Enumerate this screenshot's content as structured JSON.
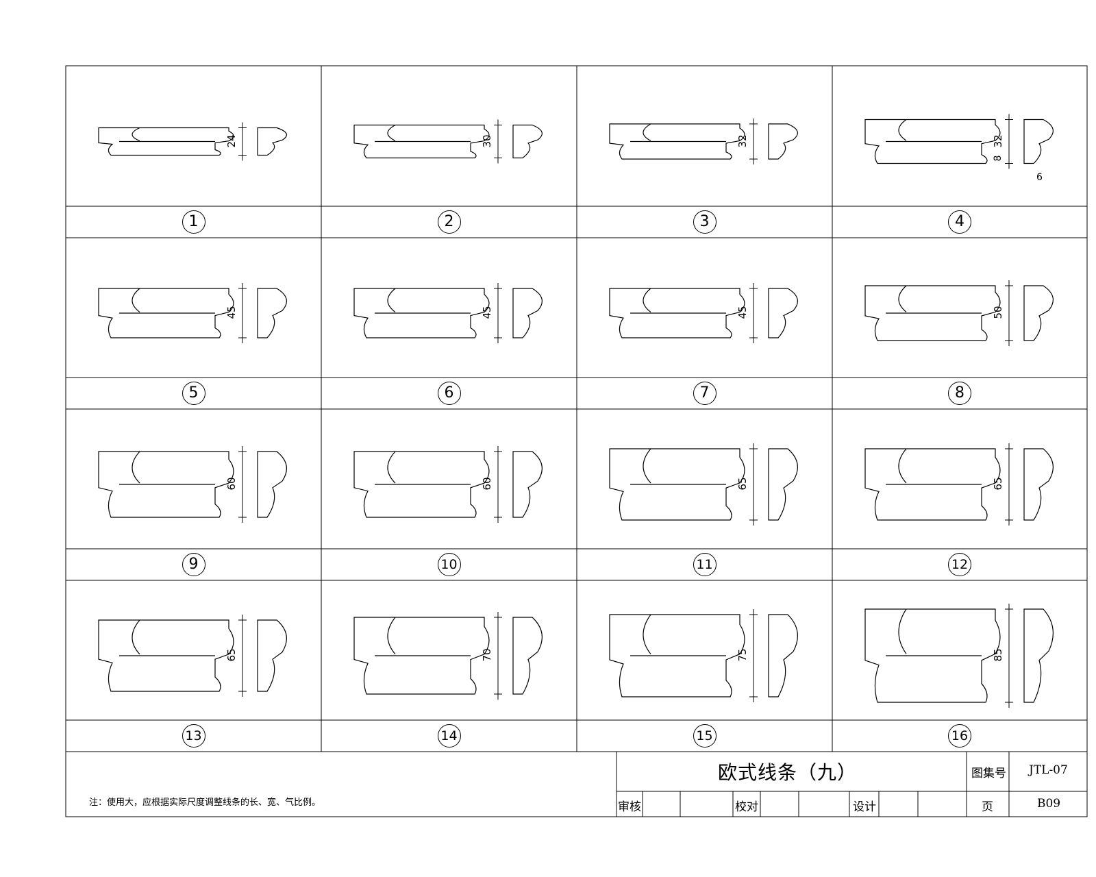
{
  "profiles": [
    {
      "no": "1",
      "dims": [
        "24"
      ]
    },
    {
      "no": "2",
      "dims": [
        "30"
      ]
    },
    {
      "no": "3",
      "dims": [
        "32"
      ]
    },
    {
      "no": "4",
      "dims": [
        "32",
        "8",
        "6"
      ]
    },
    {
      "no": "5",
      "dims": [
        "45"
      ]
    },
    {
      "no": "6",
      "dims": [
        "45"
      ]
    },
    {
      "no": "7",
      "dims": [
        "45"
      ]
    },
    {
      "no": "8",
      "dims": [
        "50"
      ]
    },
    {
      "no": "9",
      "dims": [
        "60"
      ]
    },
    {
      "no": "10",
      "dims": [
        "60"
      ]
    },
    {
      "no": "11",
      "dims": [
        "65"
      ]
    },
    {
      "no": "12",
      "dims": [
        "65"
      ]
    },
    {
      "no": "13",
      "dims": [
        "65"
      ]
    },
    {
      "no": "14",
      "dims": [
        "70"
      ]
    },
    {
      "no": "15",
      "dims": [
        "75"
      ]
    },
    {
      "no": "16",
      "dims": [
        "85"
      ]
    }
  ],
  "title_block": {
    "title": "欧式线条（九）",
    "atlas_label": "图集号",
    "atlas_value": "JTL-07",
    "review_label": "审核",
    "check_label": "校对",
    "design_label": "设计",
    "page_label": "页",
    "page_value": "B09"
  },
  "note": "注：使用大，应根据实际尺度调整线条的长、宽、气比例。"
}
